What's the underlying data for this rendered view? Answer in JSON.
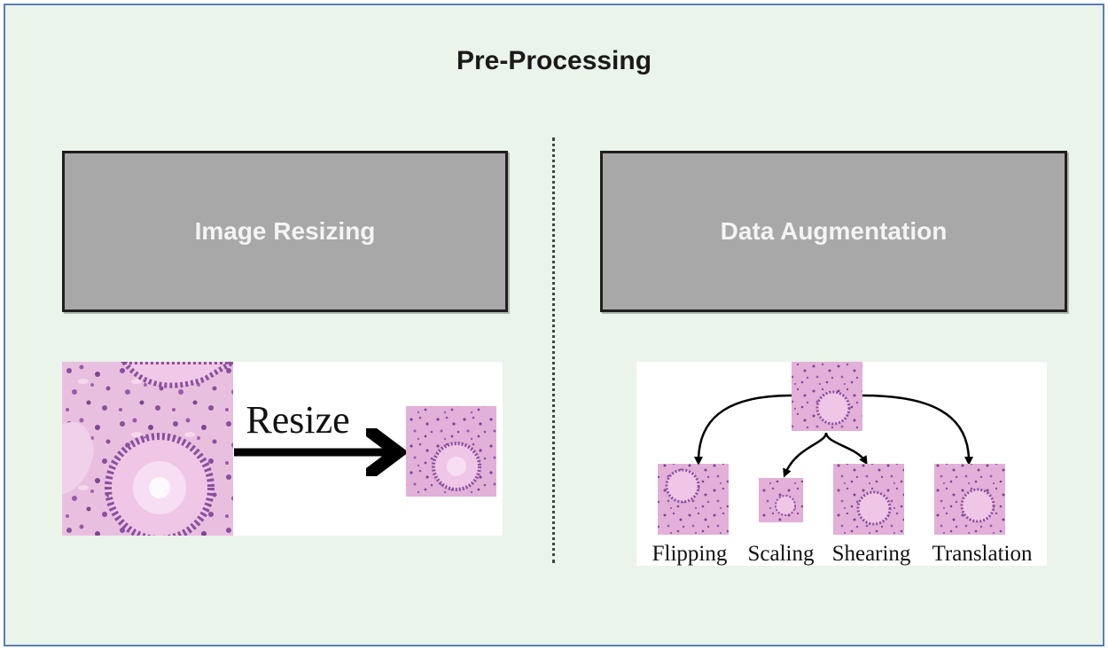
{
  "title": "Pre-Processing",
  "left": {
    "box_label": "Image Resizing",
    "resize_label": "Resize"
  },
  "right": {
    "box_label": "Data Augmentation",
    "operations": [
      "Flipping",
      "Scaling",
      "Shearing",
      "Translation"
    ]
  },
  "colors": {
    "background": "#eaf4ea",
    "border": "#5a7fb8",
    "box_fill": "#a8a8a8",
    "box_text": "#f4f4f4",
    "tissue_light": "#e8b8dc",
    "tissue_dark": "#8a4f9e"
  }
}
